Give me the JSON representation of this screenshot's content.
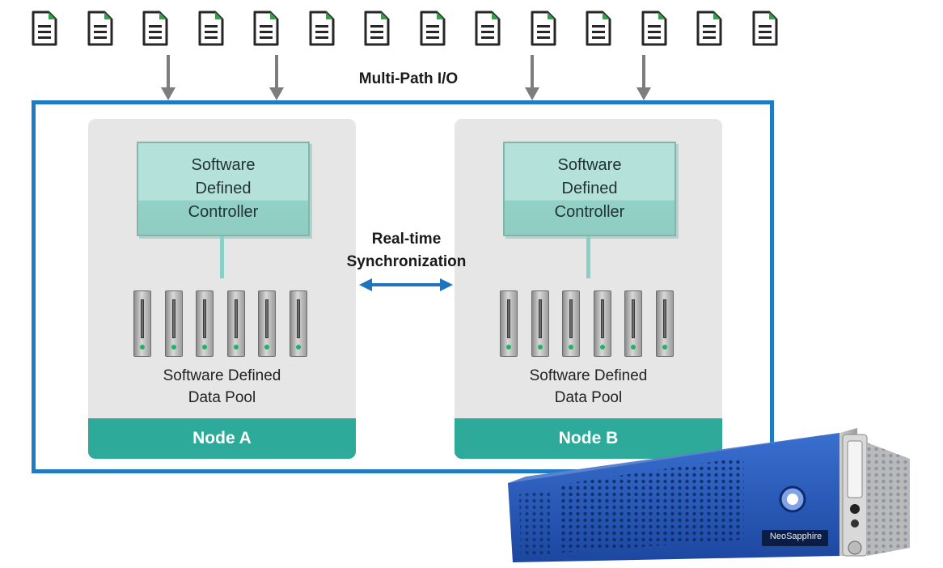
{
  "diagram": {
    "multipath_label": "Multi-Path I/O",
    "sync_label_line1": "Real-time",
    "sync_label_line2": "Synchronization",
    "node_a": {
      "controller_line1": "Software",
      "controller_line2": "Defined",
      "controller_line3": "Controller",
      "pool_line1": "Software Defined",
      "pool_line2": "Data Pool",
      "name": "Node A"
    },
    "node_b": {
      "controller_line1": "Software",
      "controller_line2": "Defined",
      "controller_line3": "Controller",
      "pool_line1": "Software Defined",
      "pool_line2": "Data Pool",
      "name": "Node B"
    },
    "server_brand": "NeoSapphire",
    "document_count": 14,
    "disks_per_node": 6
  },
  "colors": {
    "frame_blue": "#1f7bc4",
    "node_footer_teal": "#2eaa9a",
    "controller_mint": "#b4e1da",
    "sync_arrow_blue": "#1e74bf",
    "document_corner_green": "#33a04a",
    "server_blue": "#2456b8"
  },
  "icons": {
    "document": "document-icon",
    "arrow": "arrow-down-icon",
    "disk": "disk-drive-icon",
    "server": "server-chassis-icon"
  }
}
